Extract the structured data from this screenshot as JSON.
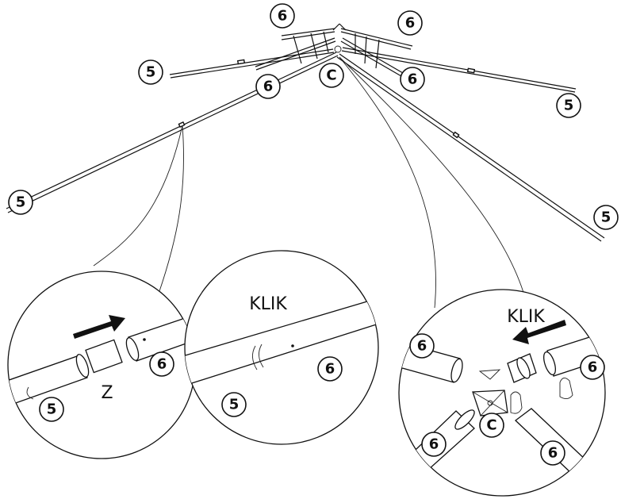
{
  "callouts": {
    "top_left_6": "6",
    "top_right_6": "6",
    "left_5": "5",
    "center_6": "6",
    "center_c": "C",
    "right_6": "6",
    "right_5": "5",
    "far_left_5": "5",
    "far_right_5": "5"
  },
  "detail_left": {
    "part_5": "5",
    "part_6": "6",
    "part_z": "Z"
  },
  "detail_middle": {
    "klik": "KLIK",
    "part_5": "5",
    "part_6": "6"
  },
  "detail_right": {
    "klik": "KLIK",
    "part_6_top_left": "6",
    "part_6_top_right": "6",
    "part_6_bottom_left": "6",
    "part_6_bottom_right": "6",
    "part_c": "C"
  }
}
